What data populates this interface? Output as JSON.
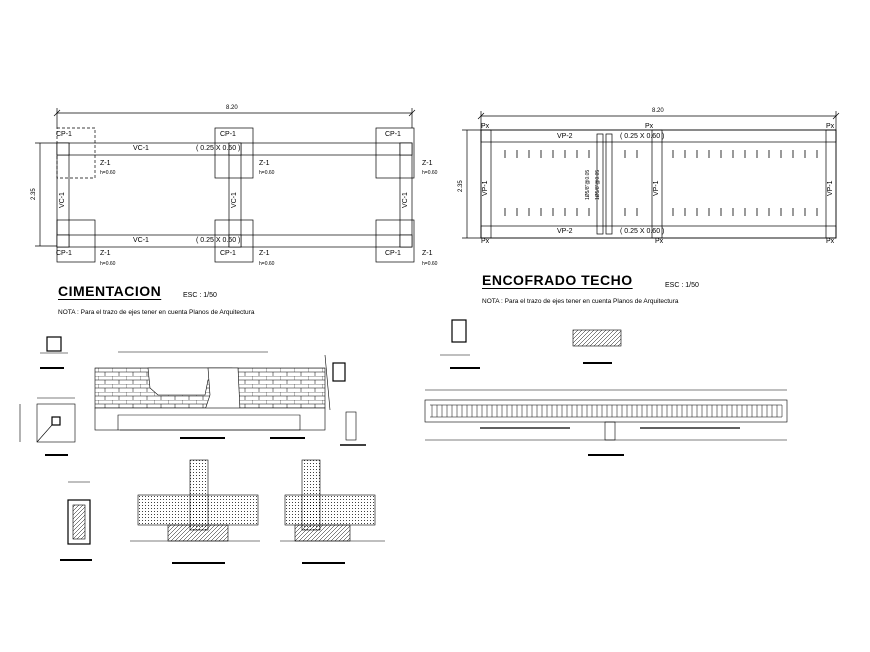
{
  "foundation_plan": {
    "overall_dim": "8.20",
    "side_dim": "2.35",
    "columns": [
      "CP-1",
      "CP-1",
      "CP-1",
      "CP-1",
      "CP-1",
      "CP-1"
    ],
    "footings": [
      "Z-1",
      "Z-1",
      "Z-1",
      "Z-1",
      "Z-1",
      "Z-1"
    ],
    "footing_depths": [
      "h=0.60",
      "h=0.60",
      "h=0.60",
      "h=0.60",
      "h=0.60",
      "h=0.60"
    ],
    "top_beam": "VC-1",
    "bottom_beam": "VC-1",
    "top_beam_section": "( 0.25 X 0.60 )",
    "bottom_beam_section": "( 0.25 X 0.60 )",
    "side_beams": [
      "VC-1",
      "VC-1",
      "VC-1"
    ]
  },
  "roof_plan": {
    "overall_dim": "8.20",
    "side_dim": "2.35",
    "corner_marks": [
      "Px",
      "Px",
      "Px",
      "Px",
      "Px",
      "Px"
    ],
    "top_beam": "VP-2",
    "bottom_beam": "VP-2",
    "top_beam_section": "( 0.25 X 0.60 )",
    "bottom_beam_section": "( 0.25 X 0.60 )",
    "side_beams": [
      "VP-1",
      "VP-1",
      "VP-1"
    ],
    "rebar_note_1": "1Ø5/8\"@0.05",
    "rebar_note_2": "1Ø5/8\"@0.05"
  },
  "titles": {
    "foundation_title": "CIMENTACION",
    "foundation_scale": "ESC : 1/50",
    "roof_title": "ENCOFRADO TECHO",
    "roof_scale": "ESC : 1/50",
    "note": "NOTA :   Para el trazo de ejes tener en cuenta Planos de Arquitectura"
  },
  "colors": {
    "line": "#000000",
    "background": "#ffffff"
  }
}
